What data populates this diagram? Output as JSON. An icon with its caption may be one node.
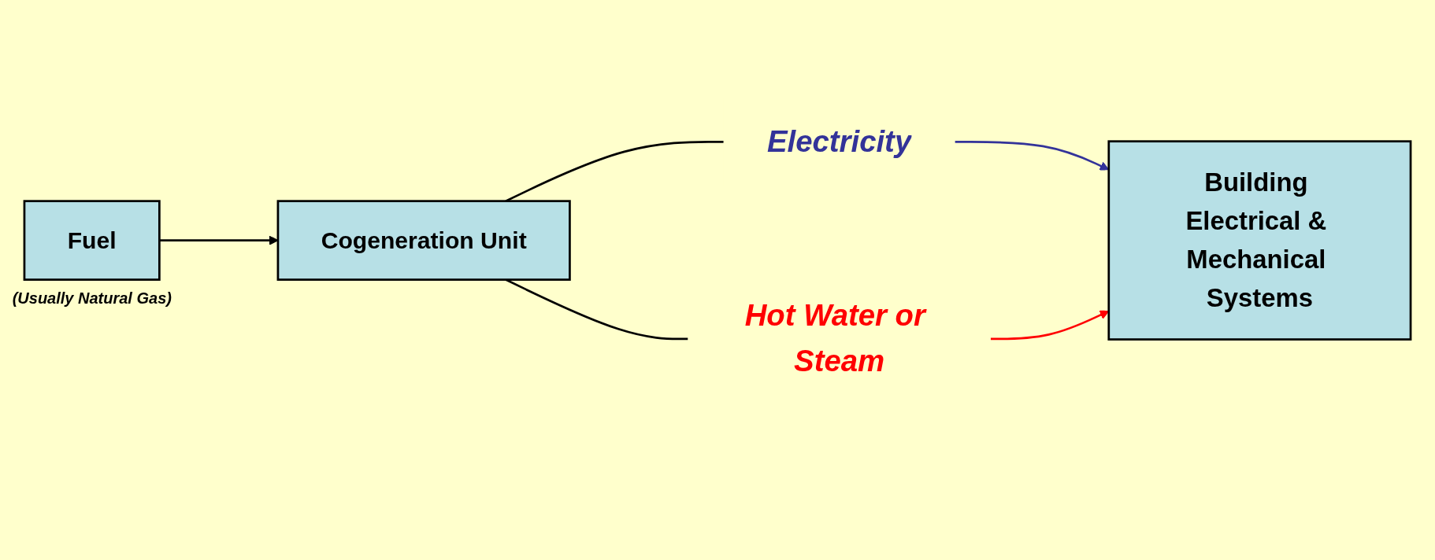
{
  "diagram": {
    "nodes": [
      {
        "text": [
          "Fuel"
        ],
        "beside": [
          "(Usually Natural Gas)"
        ]
      },
      {
        "text": [
          "Cogeneration Unit"
        ]
      },
      {
        "text": [
          "Electricity"
        ]
      },
      {
        "text": [
          "Building Electrical & Mechanical Systems"
        ]
      },
      {
        "text": [
          "Hot Water or Steam"
        ]
      }
    ],
    "edges": [
      {
        "from": 0,
        "to": 1,
        "arrow": "to"
      },
      {
        "from": 1,
        "to": 2,
        "arrow": "none"
      },
      {
        "from": 2,
        "to": 3,
        "arrow": "to",
        "color": "#333399"
      },
      {
        "from": 1,
        "to": 4,
        "arrow": "none"
      },
      {
        "from": 4,
        "to": 3,
        "arrow": "to",
        "color": "#ff0000"
      }
    ]
  }
}
